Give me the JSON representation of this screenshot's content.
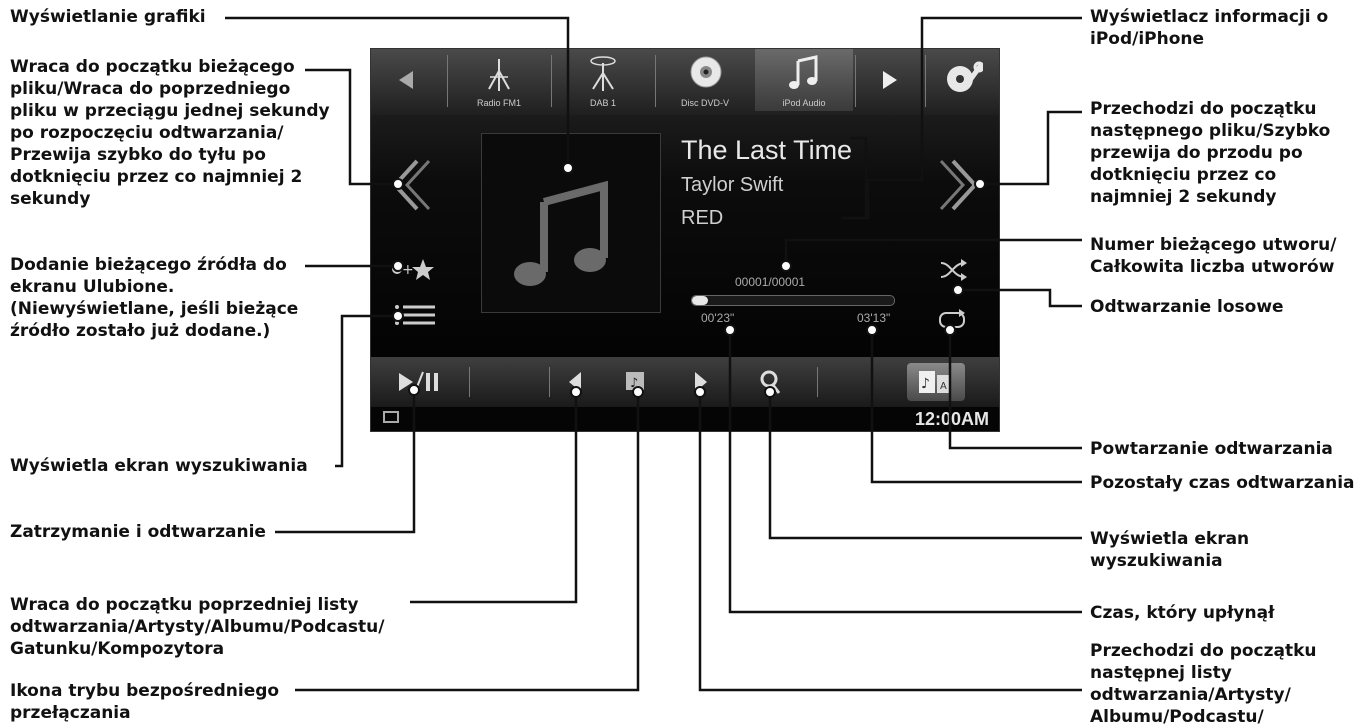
{
  "device": {
    "sources": [
      {
        "label": "",
        "icon": "left-arrow-icon"
      },
      {
        "label": "Radio FM1",
        "icon": "antenna-icon"
      },
      {
        "label": "DAB 1",
        "icon": "dab-antenna-icon"
      },
      {
        "label": "Disc DVD-V",
        "icon": "disc-icon"
      },
      {
        "label": "iPod Audio",
        "icon": "music-note-icon",
        "active": true
      },
      {
        "label": "",
        "icon": "right-arrow-icon"
      },
      {
        "label": "",
        "icon": "setup-icon"
      }
    ],
    "song": {
      "title": "The Last Time",
      "artist": "Taylor Swift",
      "album": "RED"
    },
    "track_number": "00001/00001",
    "elapsed": "00'23\"",
    "remaining": "03'13\"",
    "progress": 0.08,
    "clock": "12:00AM",
    "bottom_controls": [
      "play-pause-icon",
      "prev-icon",
      "direct-mode-icon",
      "next-icon",
      "search-icon"
    ]
  },
  "callouts": {
    "image_display": "Wyświetlanie grafiki",
    "prev_file": "Wraca do początku bieżącego\npliku/Wraca do poprzedniego\npliku w przeciągu jednej sekundy\npo rozpoczęciu odtwarzania/\nPrzewija szybko do tyłu po\ndotknięciu przez co najmniej 2\nsekundy",
    "add_favorite": "Dodanie bieżącego źródła do\nekranu Ulubione.\n(Niewyświetlane, jeśli bieżące\nźródło zostało już dodane.)",
    "search_left": "Wyświetla ekran wyszukiwania",
    "play_pause": "Zatrzymanie i odtwarzanie",
    "prev_list": "Wraca do początku poprzedniej listy\nodtwarzania/Artysty/Albumu/Podcastu/\nGatunku/Kompozytora",
    "direct_mode": "Ikona trybu bezpośredniego\nprzełączania",
    "info_display": "Wyświetlacz informacji o\niPod/iPhone",
    "next_file": "Przechodzi do początku\nnastępnego pliku/Szybko\nprzewija do przodu po\ndotknięciu przez co\nnajmniej 2 sekundy",
    "track_count": "Numer bieżącego utworu/\nCałkowita liczba utworów",
    "shuffle": "Odtwarzanie losowe",
    "repeat": "Powtarzanie odtwarzania",
    "remaining": "Pozostały czas odtwarzania",
    "search_right": "Wyświetla ekran\nwyszukiwania",
    "elapsed": "Czas, który upłynął",
    "next_list": "Przechodzi do początku\nnastępnej listy\nodtwarzania/Artysty/\nAlbumu/Podcastu/"
  }
}
